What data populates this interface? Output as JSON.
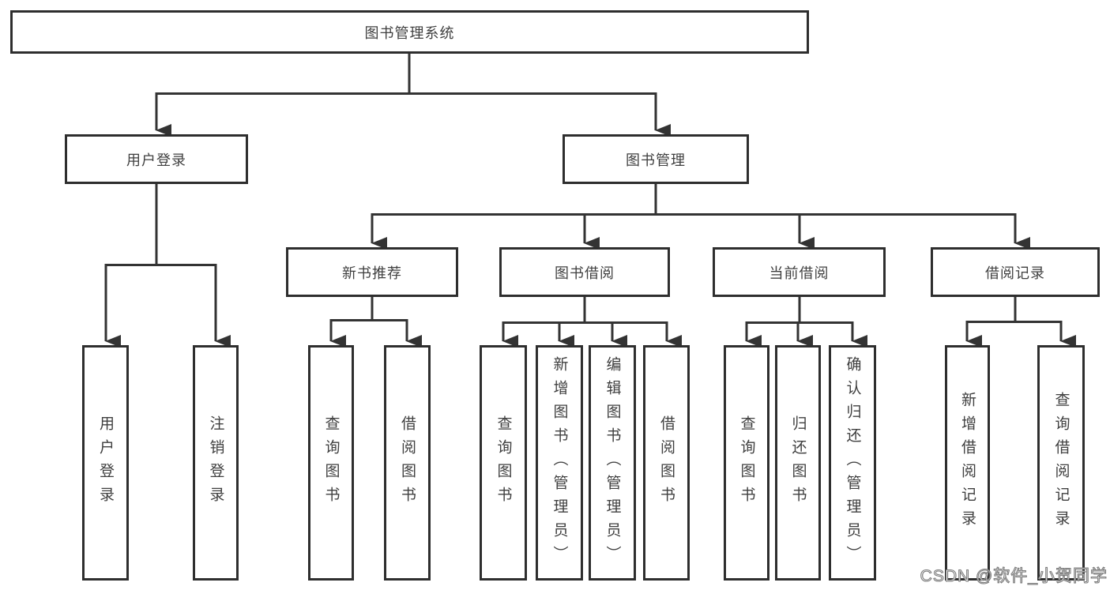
{
  "diagram": {
    "type": "hierarchy-tree",
    "hierarchy": {
      "label": "图书管理系统",
      "children": [
        {
          "label": "用户登录",
          "children": [
            {
              "label": "用户登录"
            },
            {
              "label": "注销登录"
            }
          ]
        },
        {
          "label": "图书管理",
          "children": [
            {
              "label": "新书推荐",
              "children": [
                {
                  "label": "查询图书"
                },
                {
                  "label": "借阅图书"
                }
              ]
            },
            {
              "label": "图书借阅",
              "children": [
                {
                  "label": "查询图书"
                },
                {
                  "label": "新增图书（管理员）"
                },
                {
                  "label": "编辑图书（管理员）"
                },
                {
                  "label": "借阅图书"
                }
              ]
            },
            {
              "label": "当前借阅",
              "children": [
                {
                  "label": "查询图书"
                },
                {
                  "label": "归还图书"
                },
                {
                  "label": "确认归还（管理员）"
                }
              ]
            },
            {
              "label": "借阅记录",
              "children": [
                {
                  "label": "新增借阅记录"
                },
                {
                  "label": "查询借阅记录"
                }
              ]
            }
          ]
        }
      ]
    }
  },
  "watermark": {
    "text": "CSDN @软件_小贺同学"
  },
  "colors": {
    "line": "#333333",
    "border": "#2e2e2e",
    "text": "#3f3f3f",
    "background": "#ffffff",
    "watermark_fill": "#ffffff",
    "watermark_outline": "#7d7d7d"
  }
}
